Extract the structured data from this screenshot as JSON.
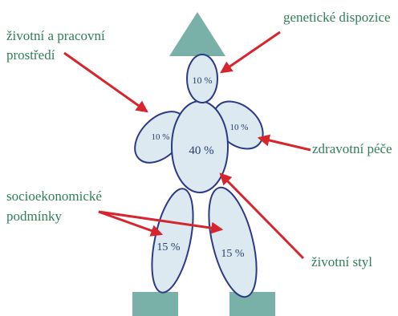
{
  "labels": {
    "genetic": "genetické dispozice",
    "environment_line1": "životní a pracovní",
    "environment_line2": "prostředí",
    "healthcare": "zdravotní péče",
    "socio_line1": "socioekonomické",
    "socio_line2": "podmínky",
    "lifestyle": "životní styl"
  },
  "percentages": {
    "head": "10 %",
    "left_arm": "10 %",
    "right_arm": "10 %",
    "torso": "40 %",
    "left_leg": "15 %",
    "right_leg": "15 %"
  },
  "colors": {
    "shape_fill": "#dde9f1",
    "shape_stroke": "#2c3a86",
    "accent_teal": "#79b0a8",
    "arrow": "#d6252c",
    "label_text": "#2f7f58"
  }
}
